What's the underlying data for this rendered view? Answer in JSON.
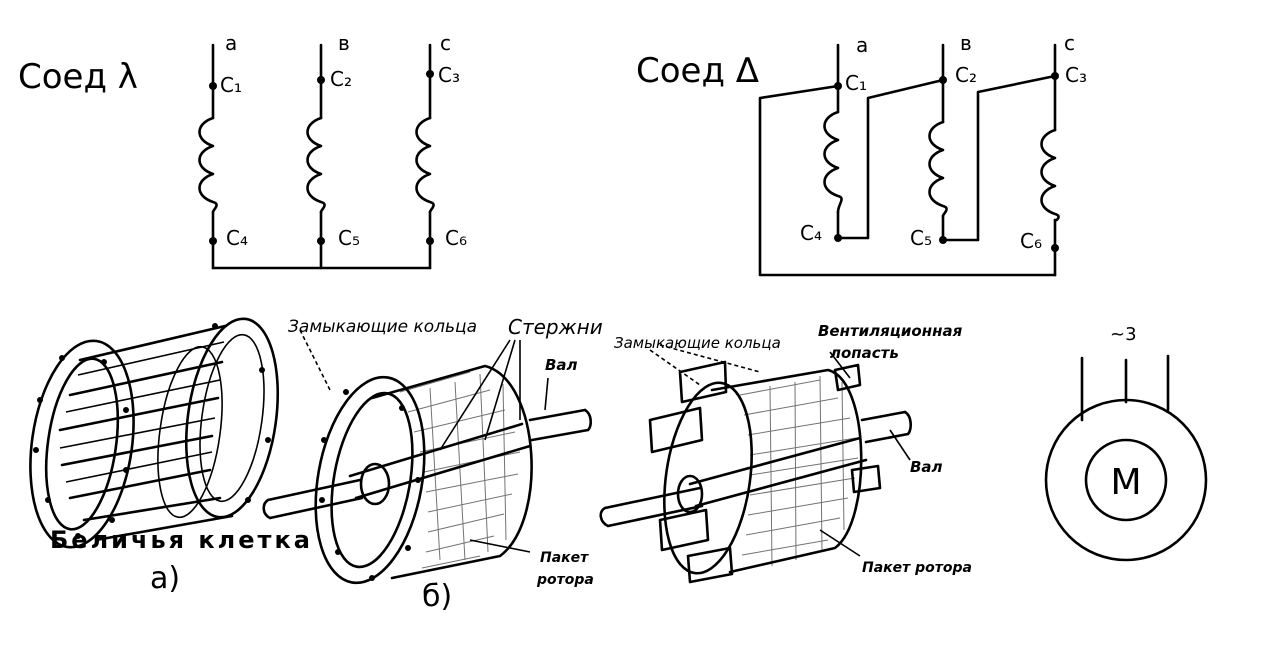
{
  "star": {
    "title": "Соед λ",
    "phases": [
      "a",
      "в",
      "с"
    ],
    "starts": [
      "C₁",
      "C₂",
      "C₃"
    ],
    "ends": [
      "C₄",
      "C₅",
      "C₆"
    ]
  },
  "delta": {
    "title": "Соед Δ",
    "phases": [
      "a",
      "в",
      "с"
    ],
    "starts": [
      "C₁",
      "C₂",
      "C₃"
    ],
    "ends": [
      "C₄",
      "C₅",
      "C₆"
    ]
  },
  "cage": {
    "caption": "Беличья клетка",
    "label": "а)"
  },
  "rotor1": {
    "rings": "Замыкающие кольца",
    "bars": "Стержни",
    "shaft": "Вал",
    "core_1": "Пакет",
    "core_2": "ротора",
    "label": "б)"
  },
  "rotor2": {
    "rings": "Замыкающие кольца",
    "vanes_1": "Вентиляционная",
    "vanes_2": "лопасть",
    "shaft": "Вал",
    "core": "Пакет ротора"
  },
  "motor": {
    "symbol": "M",
    "top_label": "~3"
  }
}
